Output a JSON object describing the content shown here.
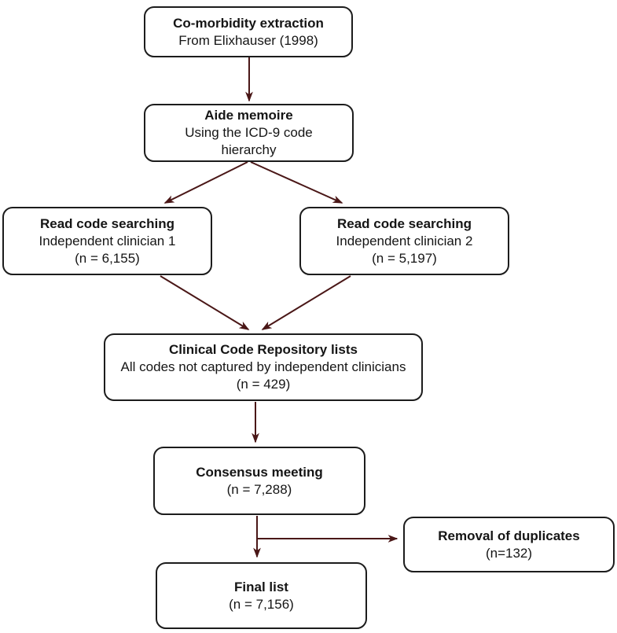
{
  "figure": {
    "background_color": "#ffffff",
    "box_border_color": "#1c1c1c",
    "arrow_color": "#4a1717"
  },
  "nodes": {
    "comorbidity_extraction": {
      "title": "Co-morbidity extraction",
      "lines": [
        "From Elixhauser (1998)"
      ]
    },
    "aide_memoire": {
      "title": "Aide memoire",
      "lines": [
        "Using the ICD-9 code",
        "hierarchy"
      ]
    },
    "clinician_1": {
      "title": "Read code searching",
      "lines": [
        "Independent clinician 1",
        "(n = 6,155)"
      ]
    },
    "clinician_2": {
      "title": "Read code searching",
      "lines": [
        "Independent clinician 2",
        "(n = 5,197)"
      ]
    },
    "repository": {
      "title": "Clinical Code Repository lists",
      "lines": [
        "All codes not captured by independent clinicians",
        "(n = 429)"
      ]
    },
    "consensus": {
      "title": "Consensus meeting",
      "lines": [
        "(n = 7,288)"
      ]
    },
    "removal_of_duplicates": {
      "title": "Removal of duplicates",
      "lines": [
        "(n=132)"
      ]
    },
    "final_list": {
      "title": "Final list",
      "lines": [
        "(n = 7,156)"
      ]
    }
  },
  "edges": [
    {
      "from": "comorbidity_extraction",
      "to": "aide_memoire"
    },
    {
      "from": "aide_memoire",
      "to": "clinician_1"
    },
    {
      "from": "aide_memoire",
      "to": "clinician_2"
    },
    {
      "from": "clinician_1",
      "to": "repository"
    },
    {
      "from": "clinician_2",
      "to": "repository"
    },
    {
      "from": "repository",
      "to": "consensus"
    },
    {
      "from": "consensus",
      "to": "final_list"
    },
    {
      "from": "consensus",
      "to": "removal_of_duplicates"
    }
  ]
}
